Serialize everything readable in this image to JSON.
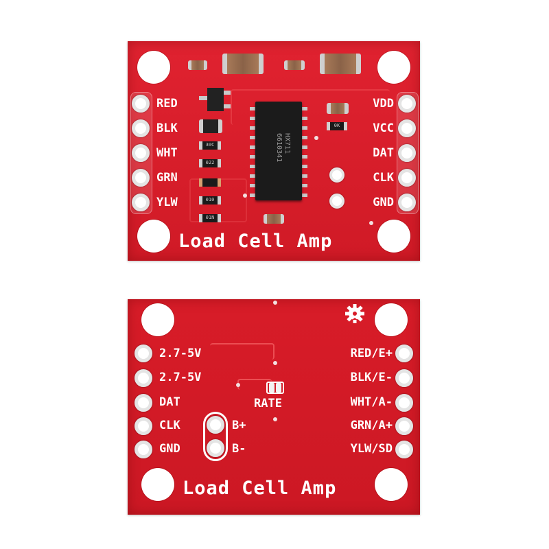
{
  "top_board": {
    "title": "Load Cell Amp",
    "left_pins": [
      "RED",
      "BLK",
      "WHT",
      "GRN",
      "YLW"
    ],
    "right_pins": [
      "VDD",
      "VCC",
      "DAT",
      "CLK",
      "GND"
    ],
    "chip_marking": [
      "HX711",
      "6610341"
    ],
    "resistor_codes": [
      "30C",
      "022",
      "010",
      "01N"
    ],
    "small_marking": "0K"
  },
  "bottom_board": {
    "title": "Load Cell Amp",
    "left_pins": [
      "2.7-5V",
      "2.7-5V",
      "DAT",
      "CLK",
      "GND"
    ],
    "right_pins": [
      "RED/E+",
      "BLK/E-",
      "WHT/A-",
      "GRN/A+",
      "YLW/SD"
    ],
    "jumper_label": "RATE",
    "channel_b_labels": [
      "B+",
      "B-"
    ]
  },
  "colors": {
    "pcb_red": "#d81d28",
    "silkscreen": "#ffffff",
    "pad_silver": "#e4e4e4",
    "chip_black": "#1b1b1b"
  },
  "icons": {
    "logo": "sparkfun-gear-logo"
  }
}
